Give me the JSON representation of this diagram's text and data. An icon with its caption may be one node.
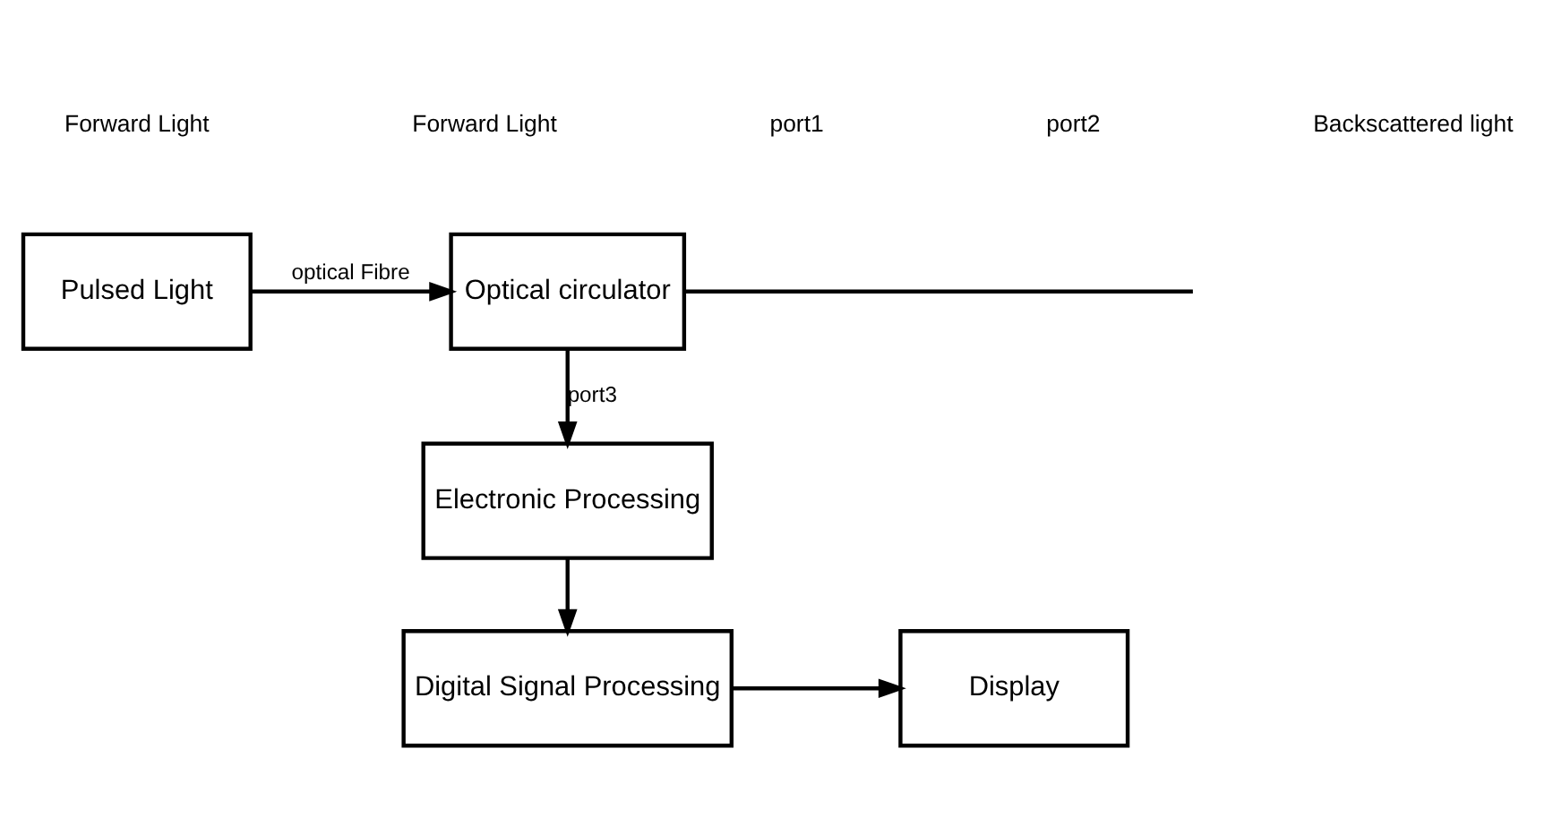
{
  "diagram": {
    "nodes": [
      {
        "text": [
          "Pulsed Light"
        ]
      },
      {
        "text": [
          "Optical circulator"
        ]
      },
      {
        "text": [
          "Electronic Processing"
        ]
      },
      {
        "text": [
          "Digital Signal Processing"
        ]
      },
      {
        "text": [
          "Display"
        ]
      }
    ],
    "edges": [
      {
        "from": 0,
        "to": 1,
        "arrow": "to",
        "label": "optical Fibre"
      },
      {
        "from": 1,
        "to": null,
        "arrow": "none"
      },
      {
        "from": 1,
        "to": 2,
        "arrow": "to",
        "label": "port3"
      },
      {
        "from": 2,
        "to": 3,
        "arrow": "to"
      },
      {
        "from": 3,
        "to": 4,
        "arrow": "to"
      }
    ],
    "labels": [
      "Forward Light",
      "Forward Light",
      "port1",
      "port2",
      "Backscattered light"
    ]
  }
}
